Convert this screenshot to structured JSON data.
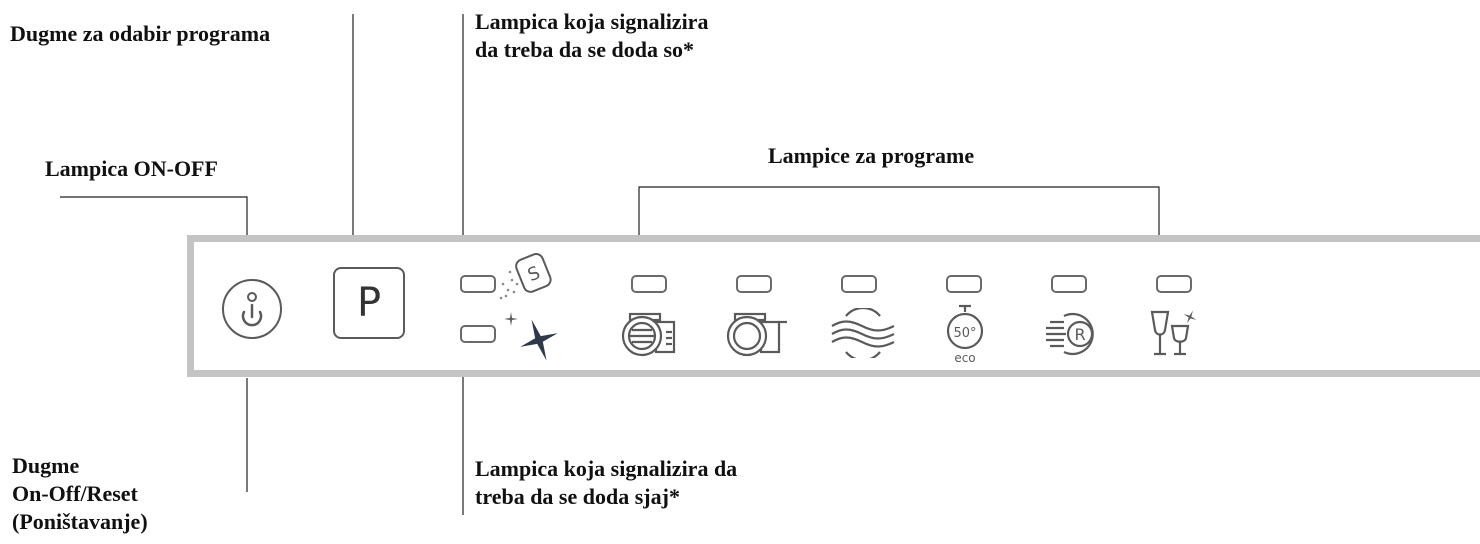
{
  "labels": {
    "program_button": "Dugme za odabir programa",
    "salt_lamp": [
      "Lampica koja signalizira",
      "da treba da se doda so*"
    ],
    "on_off_lamp": "Lampica ON-OFF",
    "program_lamps": "Lampice za programe",
    "on_off_button": [
      "Dugme",
      "On-Off/Reset",
      "(Poništavanje)"
    ],
    "rinse_lamp": [
      "Lampica koja signalizira da",
      "treba da se doda sjaj*"
    ]
  },
  "panel": {
    "program_button_letter": "P",
    "salt_icon_letter": "S",
    "eco_icon_temp": "50°",
    "eco_icon_label": "eco",
    "rapid_icon_letter": "R"
  },
  "colors": {
    "panel_border": "#c4c4c4",
    "icon_stroke": "#5a5a5a",
    "sparkle": "#2e3a4a",
    "text": "#111111"
  },
  "icons": [
    "power-icon",
    "salt-icon",
    "rinse-aid-icon",
    "intensive-program-icon",
    "normal-program-icon",
    "wave-program-icon",
    "eco-50-program-icon",
    "rapid-program-icon",
    "glass-program-icon"
  ]
}
